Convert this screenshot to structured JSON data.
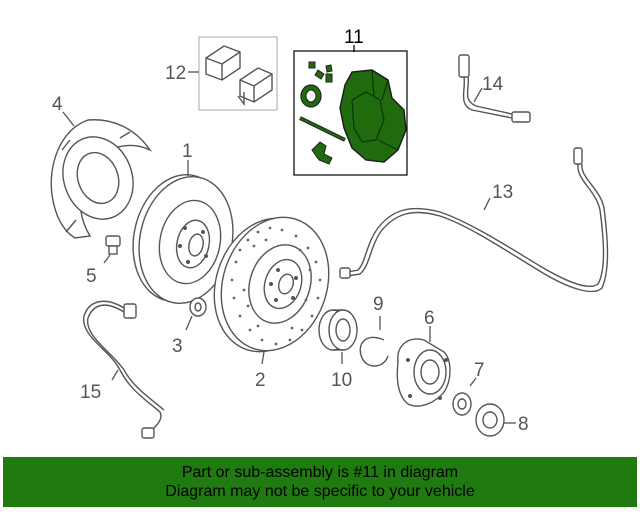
{
  "diagram": {
    "callouts": {
      "c1": "1",
      "c2": "2",
      "c3": "3",
      "c4": "4",
      "c5": "5",
      "c6": "6",
      "c7": "7",
      "c8": "8",
      "c9": "9",
      "c10": "10",
      "c11": "11",
      "c12": "12",
      "c13": "13",
      "c14": "14",
      "c15": "15"
    },
    "highlight_color": "#1f6b0e"
  },
  "banner": {
    "line1": "Part or sub-assembly is #11 in diagram",
    "line2": "Diagram may not be specific to your vehicle",
    "background": "#1f7a0f"
  }
}
